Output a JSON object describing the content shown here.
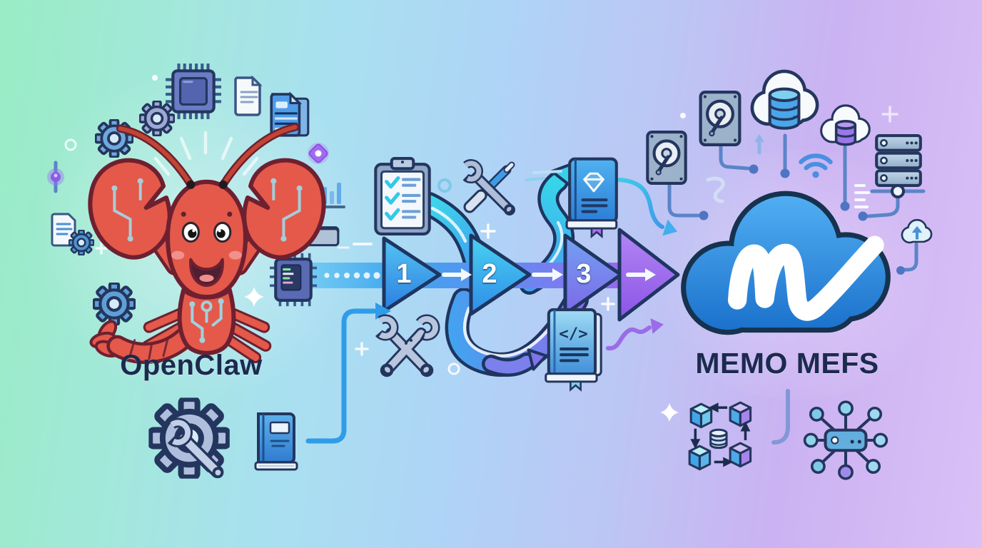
{
  "left": {
    "title": "OpenClaw",
    "icons": [
      "gear-icon",
      "gear-icon",
      "gear-icon",
      "cpu-chip-icon",
      "document-icon",
      "documents-icon",
      "document-gear-icon",
      "folder-icon",
      "chip-code-icon",
      "bar-chart-icon",
      "slider-icon",
      "sparkle-diamond-icon",
      "lobster-mascot",
      "gear-wrench-icon",
      "manual-book-icon"
    ]
  },
  "flow": {
    "steps": [
      "1",
      "2",
      "3"
    ],
    "icons": [
      "clipboard-checklist-icon",
      "wrench-screwdriver-icon",
      "gem-book-icon",
      "crossed-wrenches-icon",
      "code-book-icon"
    ]
  },
  "right": {
    "title": "MEMO MEFS",
    "icons": [
      "hard-drive-icon",
      "hard-drive-icon",
      "cloud-database-icon",
      "cloud-database-purple-icon",
      "server-stack-icon",
      "wifi-icon",
      "cloud-upload-icon",
      "cubes-workflow-icon",
      "network-hub-icon",
      "memo-cloud-logo"
    ]
  },
  "colors": {
    "background_left": "#9cead0",
    "background_middle": "#abdcf4",
    "background_right": "#d6bdf4",
    "arrow_blue": "#2f86e0",
    "arrow_cyan": "#38d2e8",
    "arrow_purple": "#9a5ce8",
    "cloud_blue": "#2e82da",
    "text_navy": "#1c2a4e",
    "lobster_red": "#e4594a"
  }
}
